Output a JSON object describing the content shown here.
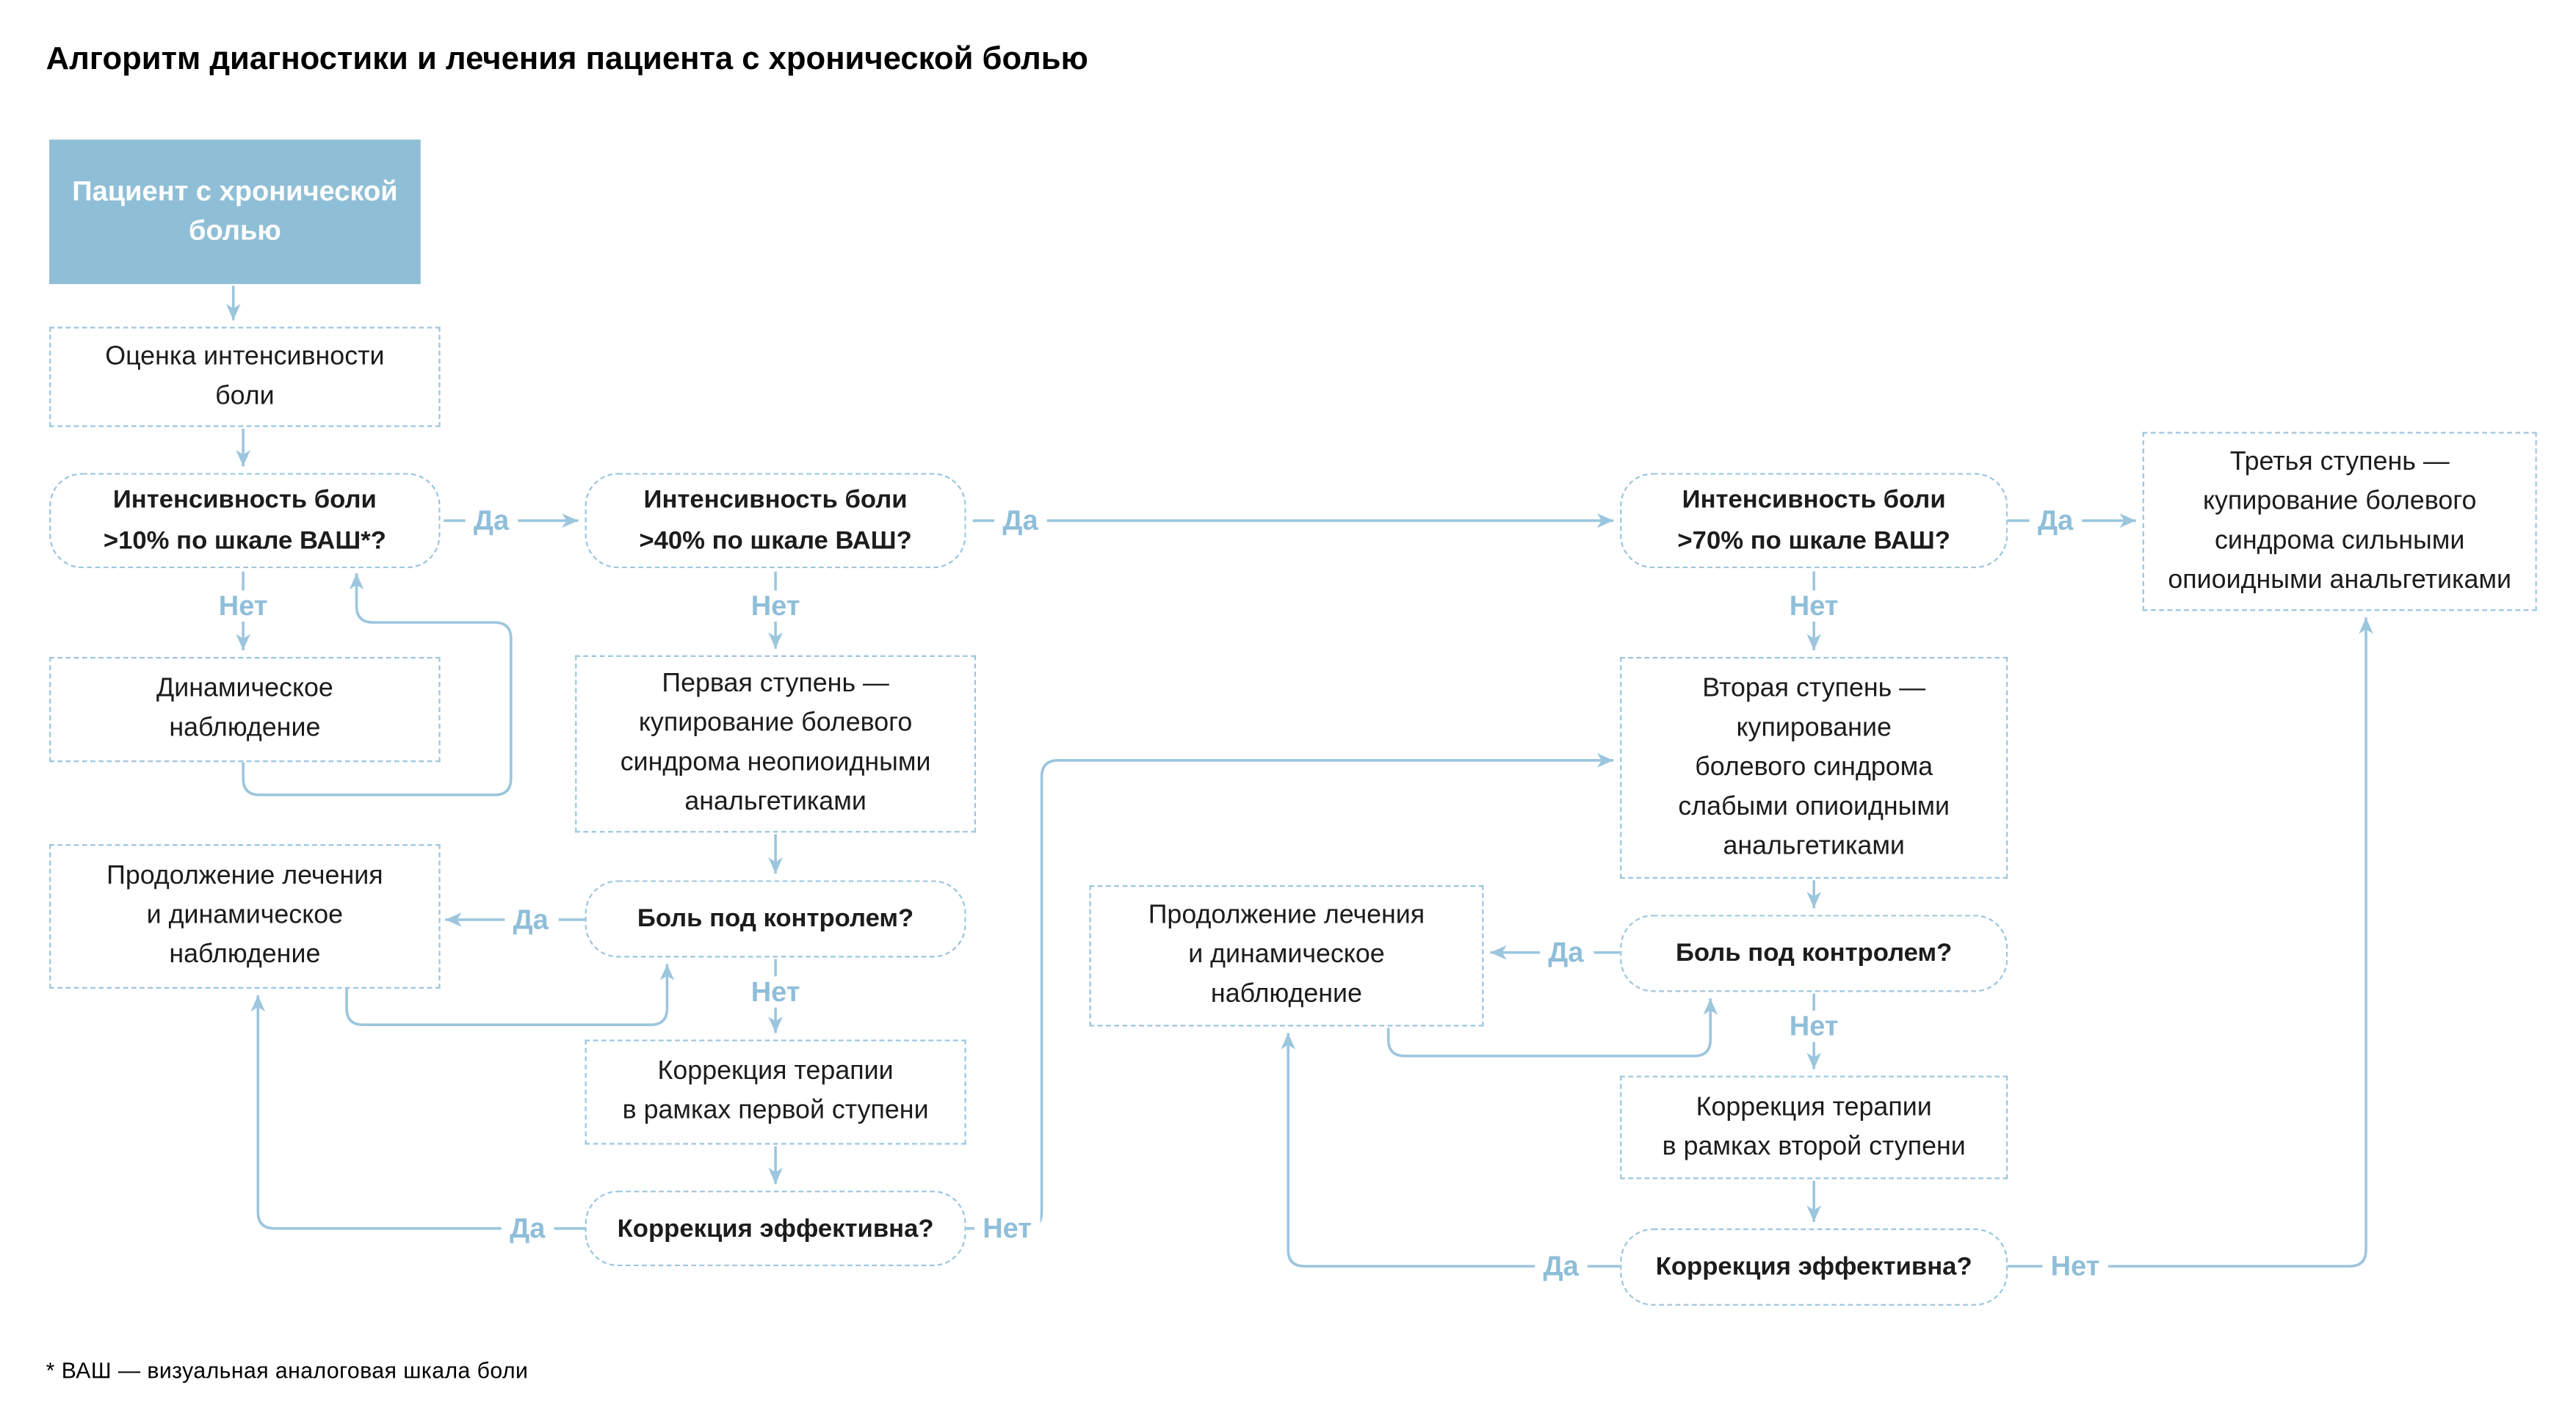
{
  "title": "Алгоритм диагностики и лечения пациента с хронической болью",
  "footnote": "* ВАШ — визуальная аналоговая шкала боли",
  "labels": {
    "yes": "Да",
    "no": "Нет"
  },
  "colors": {
    "accent_fill": "#8fbfd6",
    "line": "#9cc6de",
    "label_text": "#8fbed9",
    "node_text": "#1c1c1c",
    "title_text": "#000000",
    "node_bg": "#ffffff"
  },
  "nodes": {
    "patient": {
      "text": "Пациент с хронической\nболью"
    },
    "assess": {
      "text": "Оценка интенсивности\nболи"
    },
    "vas10": {
      "text": "Интенсивность боли\n>10% по шкале ВАШ*?"
    },
    "observe": {
      "text": "Динамическое\nнаблюдение"
    },
    "continue_a": {
      "text": "Продолжение лечения\nи динамическое\nнаблюдение"
    },
    "vas40": {
      "text": "Интенсивность боли\n>40% по шкале ВАШ?"
    },
    "step1": {
      "text": "Первая ступень —\nкупирование болевого\nсиндрома неопиоидными\nанальгетиками"
    },
    "control1": {
      "text": "Боль под контролем?"
    },
    "corr1": {
      "text": "Коррекция терапии\nв рамках первой ступени"
    },
    "effective1": {
      "text": "Коррекция эффективна?"
    },
    "continue_c": {
      "text": "Продолжение лечения\nи динамическое\nнаблюдение"
    },
    "vas70": {
      "text": "Интенсивность боли\n>70% по шкале ВАШ?"
    },
    "step2": {
      "text": "Вторая ступень —\nкупирование\nболевого синдрома\nслабыми опиоидными\nанальгетиками"
    },
    "control2": {
      "text": "Боль под контролем?"
    },
    "corr2": {
      "text": "Коррекция терапии\nв рамках второй ступени"
    },
    "effective2": {
      "text": "Коррекция эффективна?"
    },
    "step3": {
      "text": "Третья ступень —\nкупирование болевого\nсиндрома сильными\nопиоидными анальгетиками"
    }
  },
  "edges": [
    {
      "from": "patient",
      "to": "assess",
      "label": ""
    },
    {
      "from": "assess",
      "to": "vas10",
      "label": ""
    },
    {
      "from": "vas10",
      "to": "vas40",
      "label": "Да"
    },
    {
      "from": "vas10",
      "to": "observe",
      "label": "Нет"
    },
    {
      "from": "observe",
      "to": "vas10",
      "label": ""
    },
    {
      "from": "vas40",
      "to": "vas70",
      "label": "Да"
    },
    {
      "from": "vas40",
      "to": "step1",
      "label": "Нет"
    },
    {
      "from": "step1",
      "to": "control1",
      "label": ""
    },
    {
      "from": "control1",
      "to": "continue_a",
      "label": "Да"
    },
    {
      "from": "control1",
      "to": "corr1",
      "label": "Нет"
    },
    {
      "from": "corr1",
      "to": "effective1",
      "label": ""
    },
    {
      "from": "effective1",
      "to": "continue_a",
      "label": "Да"
    },
    {
      "from": "effective1",
      "to": "step2",
      "label": "Нет"
    },
    {
      "from": "continue_a",
      "to": "control1",
      "label": ""
    },
    {
      "from": "vas70",
      "to": "step3",
      "label": "Да"
    },
    {
      "from": "vas70",
      "to": "step2",
      "label": "Нет"
    },
    {
      "from": "step2",
      "to": "control2",
      "label": ""
    },
    {
      "from": "control2",
      "to": "continue_c",
      "label": "Да"
    },
    {
      "from": "control2",
      "to": "corr2",
      "label": "Нет"
    },
    {
      "from": "corr2",
      "to": "effective2",
      "label": ""
    },
    {
      "from": "effective2",
      "to": "continue_c",
      "label": "Да"
    },
    {
      "from": "effective2",
      "to": "step3",
      "label": "Нет"
    },
    {
      "from": "continue_c",
      "to": "control2",
      "label": ""
    }
  ]
}
